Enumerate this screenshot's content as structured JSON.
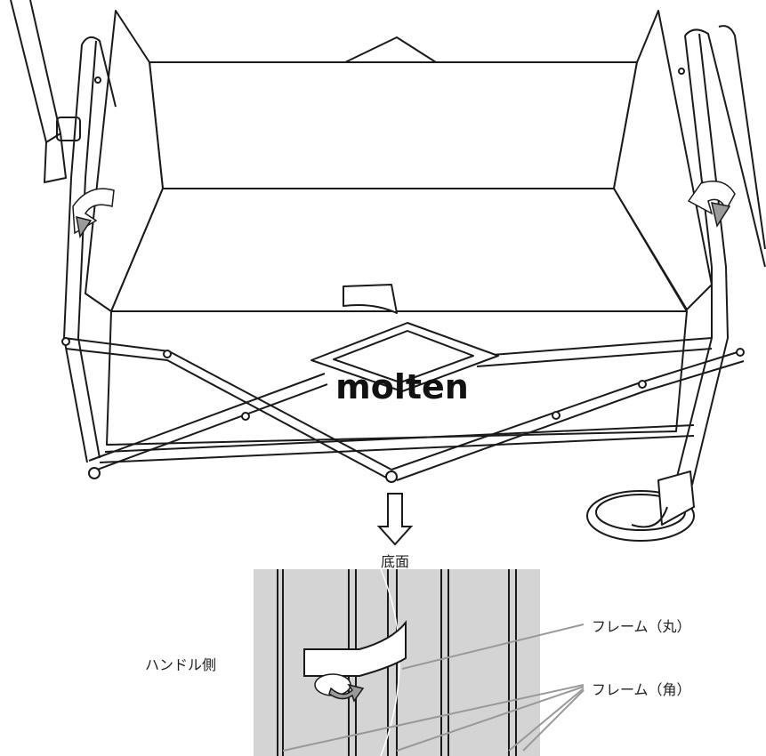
{
  "brand_logo": "molten",
  "labels": {
    "bottom_surface": "底面",
    "handle_side": "ハンドル側",
    "frame_round": "フレーム（丸）",
    "frame_square": "フレーム（角）"
  },
  "colors": {
    "line": "#1a1a1a",
    "panel_fill": "#d4d4d4",
    "callout_line": "#999999",
    "arrow_fill": "#9a9a9a"
  },
  "icons": {
    "rotate_arrows": "curved-rotate-arrow-icon",
    "down_arrow": "hollow-down-arrow-icon"
  }
}
